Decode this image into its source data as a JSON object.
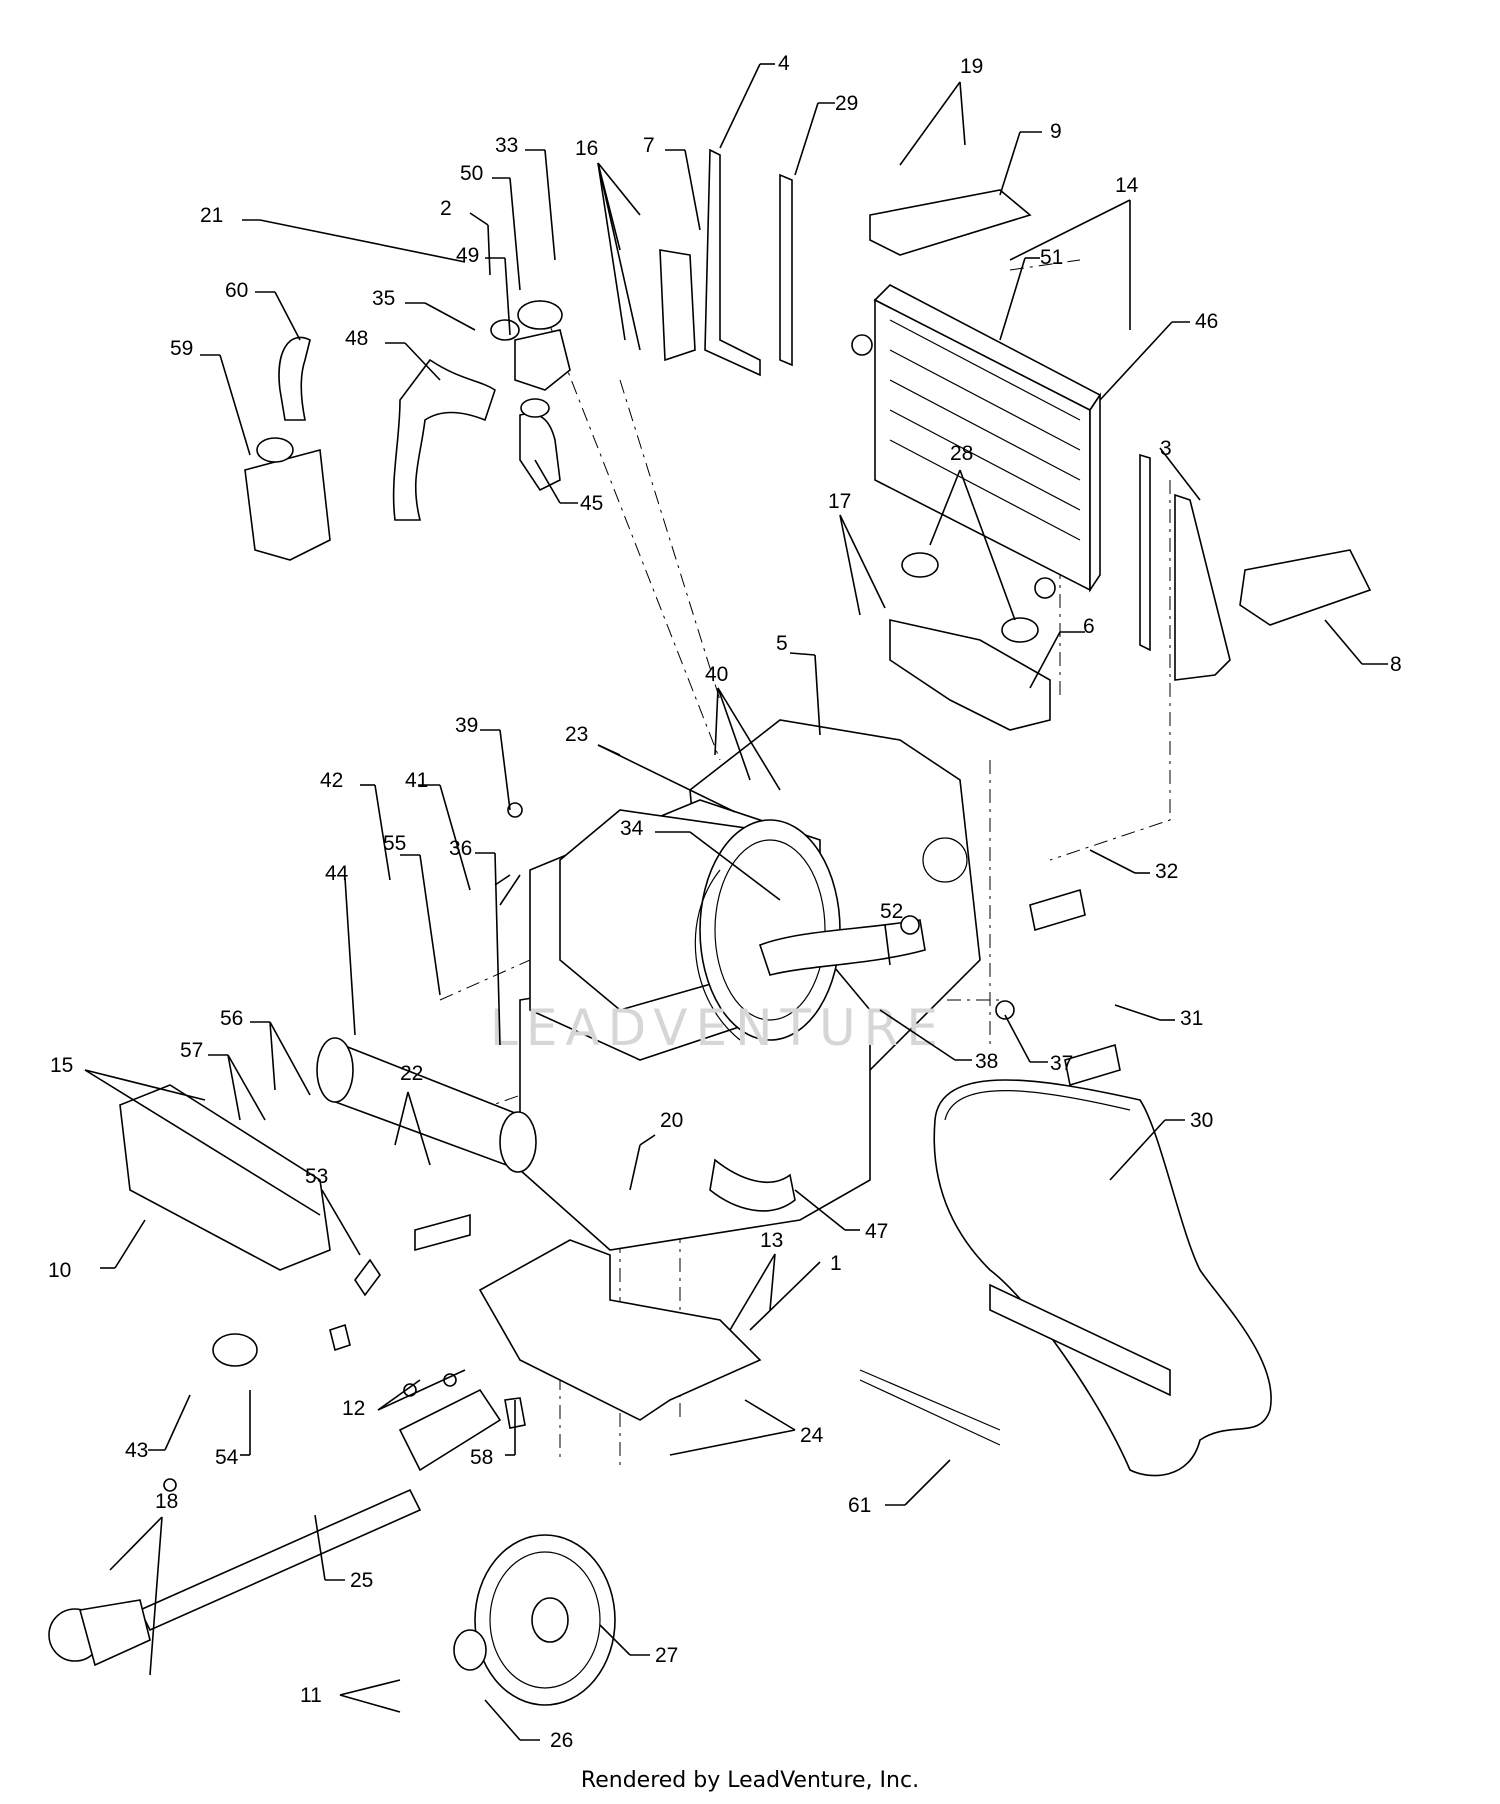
{
  "diagram": {
    "callouts": [
      "1",
      "2",
      "3",
      "4",
      "5",
      "6",
      "7",
      "8",
      "9",
      "10",
      "11",
      "12",
      "13",
      "14",
      "15",
      "16",
      "17",
      "18",
      "19",
      "20",
      "21",
      "22",
      "23",
      "24",
      "25",
      "26",
      "27",
      "28",
      "29",
      "30",
      "31",
      "32",
      "33",
      "34",
      "35",
      "36",
      "37",
      "38",
      "39",
      "40",
      "41",
      "42",
      "43",
      "44",
      "45",
      "46",
      "47",
      "48",
      "49",
      "50",
      "51",
      "52",
      "53",
      "54",
      "55",
      "56",
      "57",
      "58",
      "59",
      "60",
      "61"
    ],
    "watermark": "LEADVENTURE"
  },
  "footer": {
    "text": "Rendered by LeadVenture, Inc."
  }
}
